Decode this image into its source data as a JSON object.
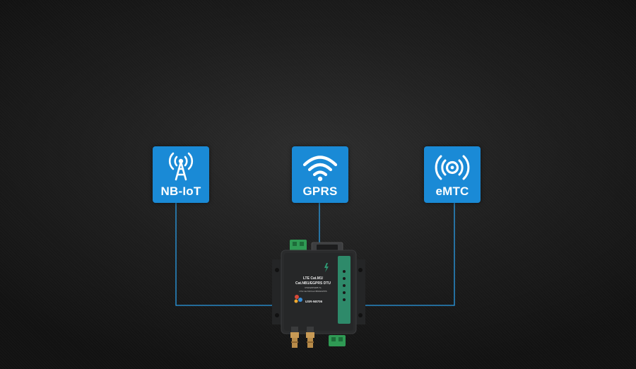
{
  "cards": [
    {
      "label": "NB-IoT",
      "icon": "cell-tower-icon"
    },
    {
      "label": "GPRS",
      "icon": "wifi-icon"
    },
    {
      "label": "eMTC",
      "icon": "broadcast-icon"
    }
  ],
  "device": {
    "model_line1": "LTE Cat.M1/",
    "model_line2": "Cat.NB1/EGPRS DTU",
    "model_small1": "RS232/RS485 To",
    "model_small2": "LTE Cat.M1/Cat.NB1/EGPRS",
    "model_id": "USR-N8706"
  },
  "colors": {
    "accent": "#1a8ad6",
    "line": "#2a9de6",
    "device_body": "#2a2b2c",
    "device_stripe": "#2e8a6a"
  }
}
